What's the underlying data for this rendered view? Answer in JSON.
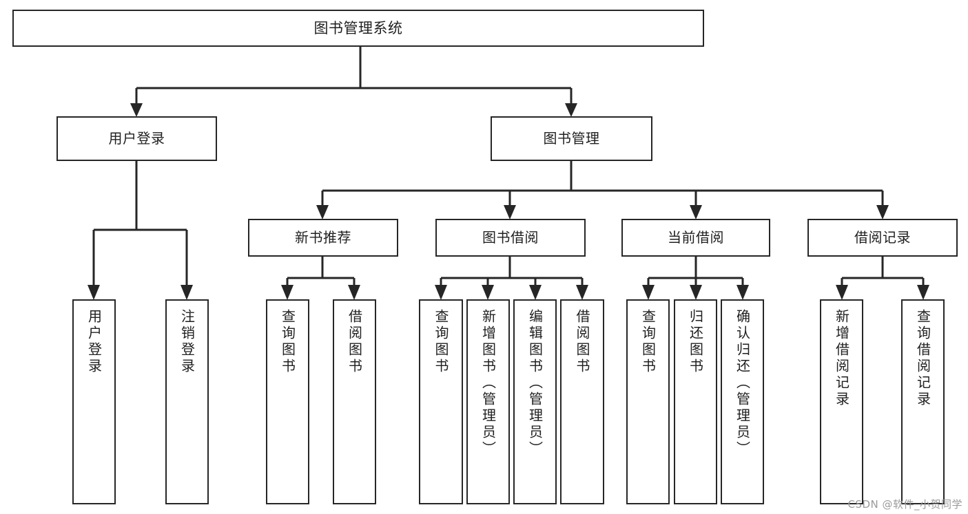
{
  "diagram": {
    "type": "tree-hierarchy",
    "title": "图书管理系统",
    "watermark": "CSDN @软件_小贺同学",
    "colors": {
      "stroke": "#262626",
      "box_fill": "#ffffff",
      "text": "#1f1f1f",
      "watermark": "#9a9a9a",
      "background": "#ffffff"
    },
    "nodes": {
      "root": {
        "label": "图书管理系统"
      },
      "level2": [
        {
          "label": "用户登录"
        },
        {
          "label": "图书管理"
        }
      ],
      "level3": [
        {
          "label": "新书推荐"
        },
        {
          "label": "图书借阅"
        },
        {
          "label": "当前借阅"
        },
        {
          "label": "借阅记录"
        }
      ],
      "leaves": {
        "user_login": [
          {
            "label": "用户登录"
          },
          {
            "label": "注销登录"
          }
        ],
        "new_book_recommend": [
          {
            "label": "查询图书"
          },
          {
            "label": "借阅图书"
          }
        ],
        "book_borrow": [
          {
            "label": "查询图书"
          },
          {
            "label": "新增图书（管理员）"
          },
          {
            "label": "编辑图书（管理员）"
          },
          {
            "label": "借阅图书"
          }
        ],
        "current_borrow": [
          {
            "label": "查询图书"
          },
          {
            "label": "归还图书"
          },
          {
            "label": "确认归还（管理员）"
          }
        ],
        "borrow_records": [
          {
            "label": "新增借阅记录"
          },
          {
            "label": "查询借阅记录"
          }
        ]
      }
    }
  }
}
